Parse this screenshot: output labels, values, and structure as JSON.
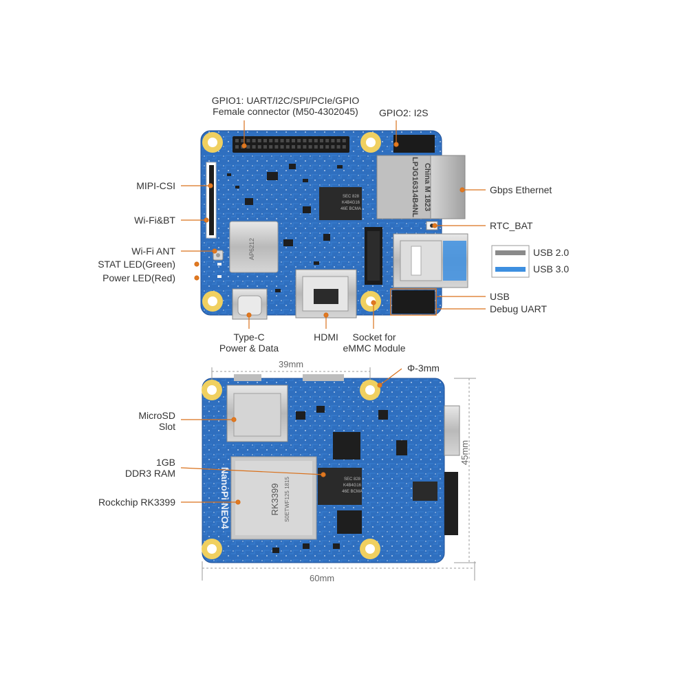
{
  "colors": {
    "pcb_blue": "#2f6fbf",
    "pcb_dark": "#1f4f96",
    "mount_gold": "#f0d060",
    "callout_line": "#d9701a",
    "callout_dot": "#e07a22",
    "usb2_color": "#8a8a8a",
    "usb3_color": "#3d8fe0",
    "chip_silver": "#c9c9c9",
    "chip_black": "#2a2a2a"
  },
  "top_board": {
    "labels": {
      "gpio1_line1": "GPIO1: UART/I2C/SPI/PCIe/GPIO",
      "gpio1_line2": "Female connector (M50-4302045)",
      "gpio2": "GPIO2: I2S",
      "mipi_csi": "MIPI-CSI",
      "wifi_bt": "Wi-Fi&BT",
      "wifi_ant": "Wi-Fi ANT",
      "stat_led": "STAT LED(Green)",
      "power_led": "Power LED(Red)",
      "gbps_ethernet": "Gbps Ethernet",
      "rtc_bat": "RTC_BAT",
      "usb": "USB",
      "debug_uart": "Debug UART",
      "type_c_line1": "Type-C",
      "type_c_line2": "Power & Data",
      "hdmi": "HDMI",
      "emmc_line1": "Socket for",
      "emmc_line2": "eMMC Module"
    },
    "legend": {
      "usb2": "USB 2.0",
      "usb3": "USB 3.0"
    },
    "chip_text": {
      "ethernet_jack_1": "LPJG16314B4NL",
      "ethernet_jack_2": "China M 1823",
      "ram_top": "SEC 828",
      "ram_mid": "K4B4G16",
      "ram_bot": "46E BCMA"
    }
  },
  "bottom_board": {
    "labels": {
      "microsd_line1": "MicroSD",
      "microsd_line2": "Slot",
      "ram_line1": "1GB",
      "ram_line2": "DDR3 RAM",
      "soc": "Rockchip RK3399",
      "hole": "Φ-3mm"
    },
    "dimensions": {
      "width_top": "39mm",
      "width_bottom": "60mm",
      "height": "45mm"
    },
    "chip_text": {
      "soc_name": "RK3399",
      "soc_code": "S0ETWF125 1815",
      "board_name": "NanoPi NEO4",
      "ram_top": "SEC 828",
      "ram_mid": "K4B4G16",
      "ram_bot": "46E BCMA"
    }
  }
}
